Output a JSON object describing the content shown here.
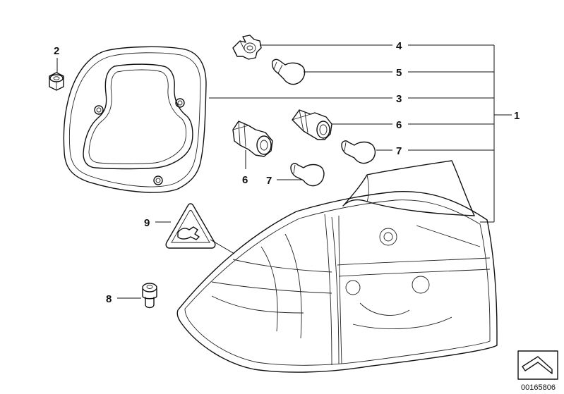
{
  "callouts": [
    {
      "id": "c1",
      "text": "1"
    },
    {
      "id": "c2",
      "text": "2"
    },
    {
      "id": "c3",
      "text": "3"
    },
    {
      "id": "c4",
      "text": "4"
    },
    {
      "id": "c5",
      "text": "5"
    },
    {
      "id": "c6a",
      "text": "6"
    },
    {
      "id": "c6b",
      "text": "6"
    },
    {
      "id": "c7a",
      "text": "7"
    },
    {
      "id": "c7b",
      "text": "7"
    },
    {
      "id": "c8",
      "text": "8"
    },
    {
      "id": "c9",
      "text": "9"
    }
  ],
  "document_number": "00165806",
  "icons": [
    "nut-icon",
    "gasket-icon",
    "bulb-socket-icon",
    "bulb-icon",
    "warning-label-icon",
    "clip-icon",
    "tail-lamp-icon",
    "catalog-arrow-icon"
  ]
}
